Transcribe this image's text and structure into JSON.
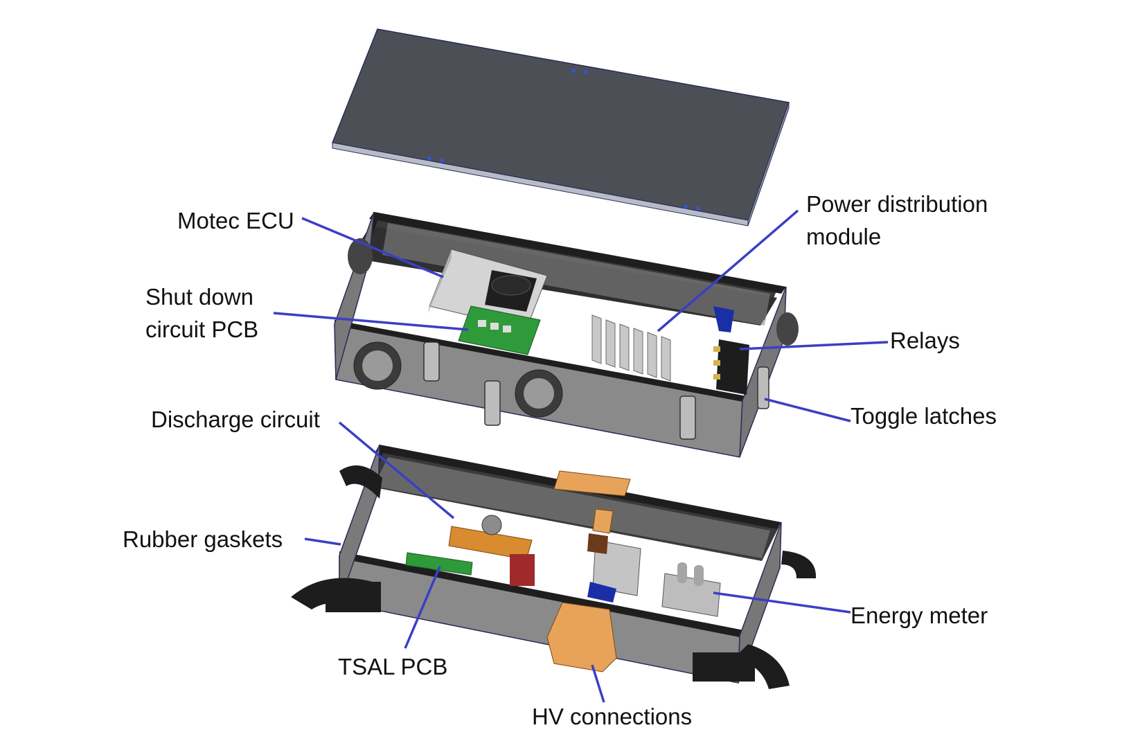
{
  "colors": {
    "leader": "#3b3fc4",
    "enclosure_body": "#8a8a8a",
    "enclosure_dark": "#3a3a3a",
    "lid": "#4d4f57",
    "pcb": "#2f9a3a",
    "hv_connector": "#e8a35a",
    "relay": "#1d1d1d",
    "discharge_resistor": "#d98b2f"
  },
  "labels": {
    "motec_ecu": "Motec ECU",
    "shutdown_pcb_line1": "Shut down",
    "shutdown_pcb_line2": "circuit PCB",
    "power_distribution_line1": "Power distribution",
    "power_distribution_line2": "module",
    "relays": "Relays",
    "toggle_latches": "Toggle latches",
    "discharge_circuit": "Discharge circuit",
    "rubber_gaskets": "Rubber gaskets",
    "energy_meter": "Energy meter",
    "tsal_pcb": "TSAL PCB",
    "hv_connections": "HV connections"
  }
}
